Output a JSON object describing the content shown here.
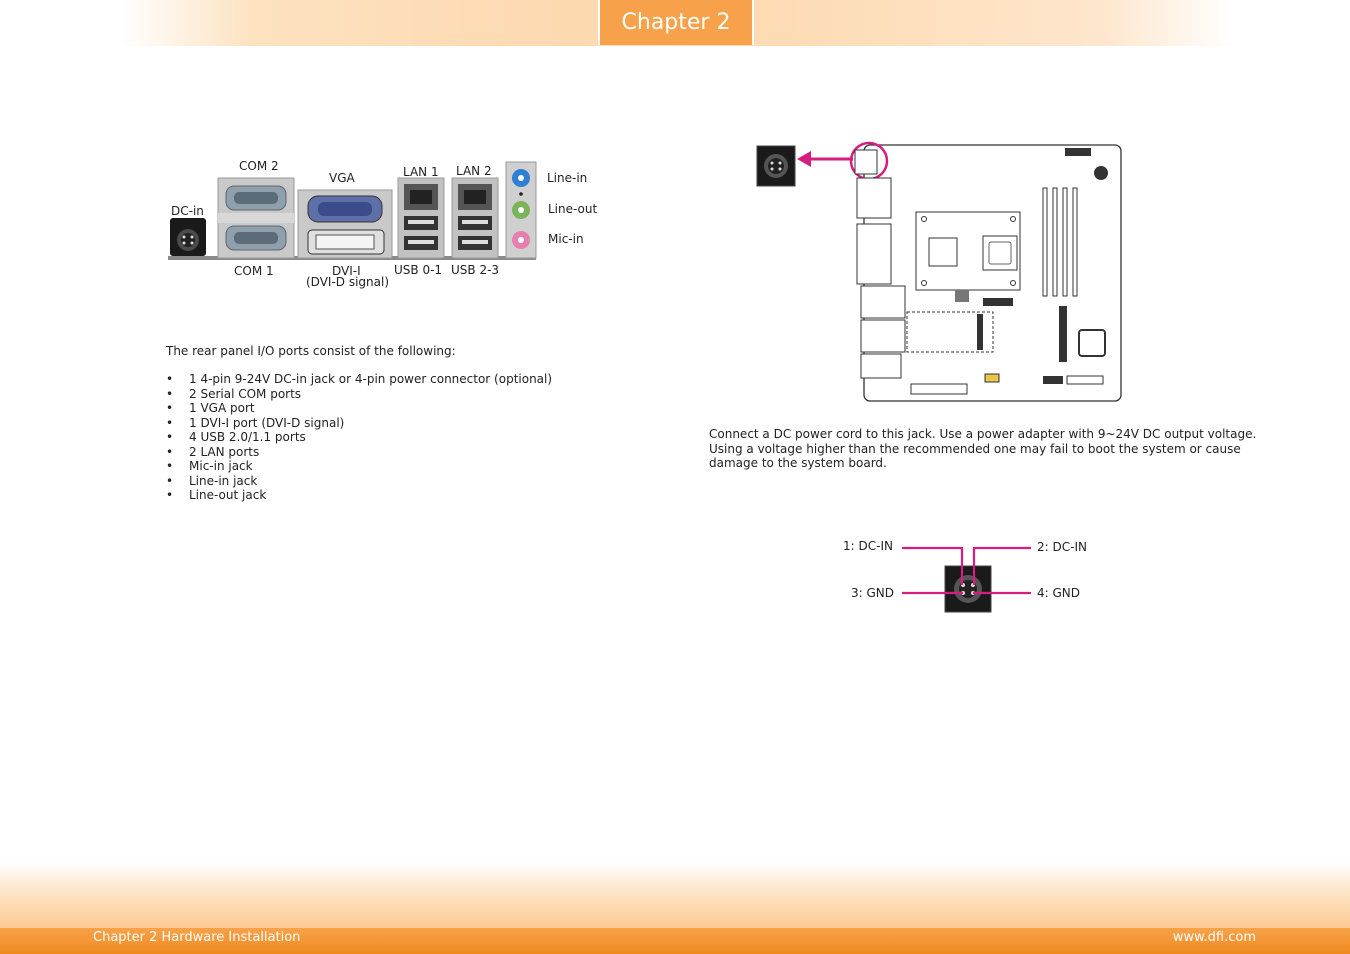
{
  "header": {
    "chapter_tab": "Chapter 2"
  },
  "rear_panel": {
    "labels": {
      "com2": "COM 2",
      "vga": "VGA",
      "lan1": "LAN 1",
      "lan2": "LAN 2",
      "line_in": "Line-in",
      "line_out": "Line-out",
      "mic_in": "Mic-in",
      "dc_in": "DC-in",
      "com1": "COM 1",
      "dvi": "DVI-I",
      "dvi_note": "(DVI-D signal)",
      "usb01": "USB 0-1",
      "usb23": "USB 2-3"
    },
    "colors": {
      "line_in": "#2f7fd6",
      "line_out": "#7bb55a",
      "mic_in": "#e47fb0"
    }
  },
  "io_section": {
    "intro": "The rear panel I/O ports consist of the following:",
    "items": [
      "1 4-pin 9-24V DC-in jack or 4-pin power connector (optional)",
      "2 Serial COM ports",
      "1 VGA port",
      "1 DVI-I port (DVI-D signal)",
      "4 USB 2.0/1.1 ports",
      "2 LAN ports",
      "Mic-in jack",
      "Line-in jack",
      "Line-out jack"
    ]
  },
  "board": {
    "accent_color": "#d61d7f"
  },
  "dc_description": "Connect a DC power cord to this jack. Use a power adapter with 9~24V DC output voltage. Using a voltage higher than the recommended one may fail to boot the system or cause damage to the system board.",
  "pinout": {
    "pin1": "1: DC-IN",
    "pin2": "2: DC-IN",
    "pin3": "3: GND",
    "pin4": "4: GND",
    "line_color": "#d61d7f"
  },
  "footer": {
    "left": "Chapter 2 Hardware Installation",
    "right": "www.dfi.com"
  }
}
